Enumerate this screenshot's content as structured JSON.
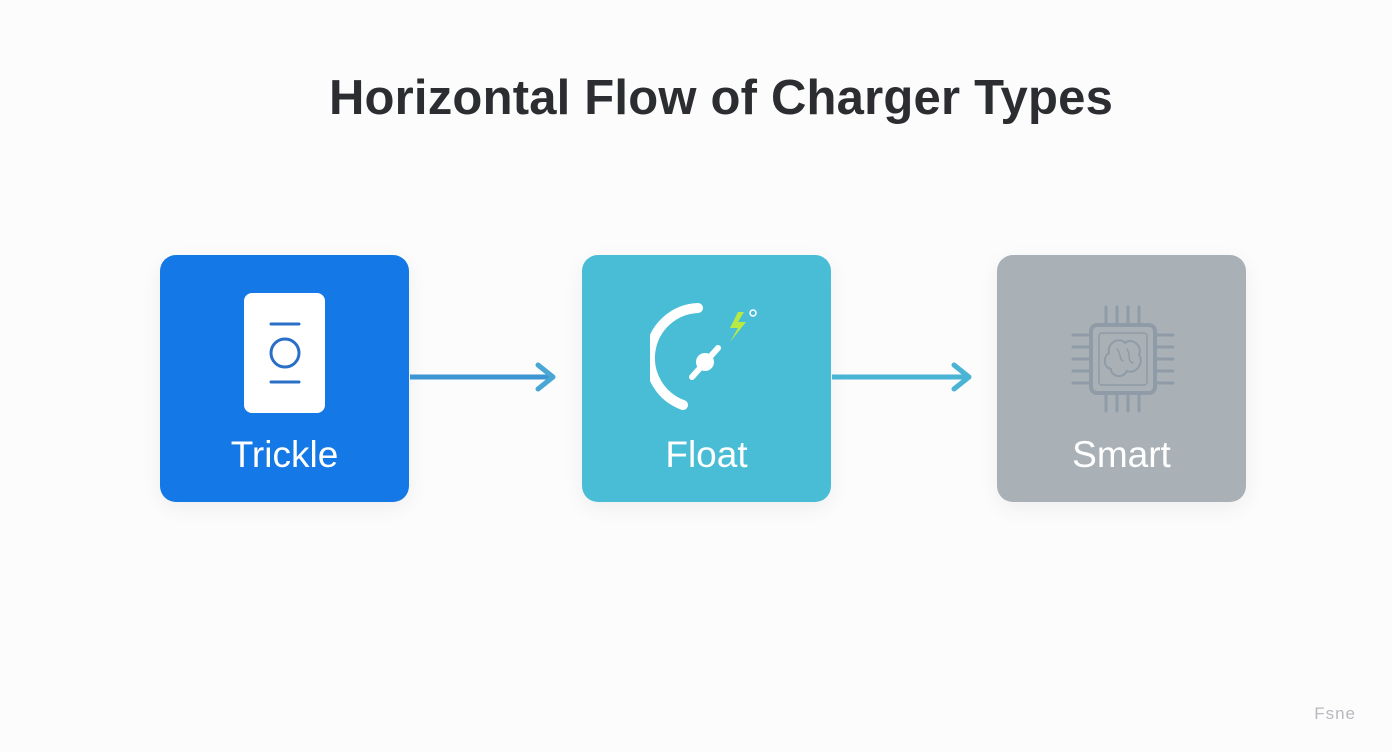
{
  "title": "Horizontal Flow of Charger Types",
  "nodes": [
    {
      "label": "Trickle",
      "color": "#1479e6",
      "icon": "battery-icon"
    },
    {
      "label": "Float",
      "color": "#49bdd6",
      "icon": "gauge-bolt-icon"
    },
    {
      "label": "Smart",
      "color": "#a9b1b7",
      "icon": "chip-brain-icon"
    }
  ],
  "arrows": [
    {
      "from": "Trickle",
      "to": "Float",
      "color": "#3d96d1"
    },
    {
      "from": "Float",
      "to": "Smart",
      "color": "#49b4d3"
    }
  ],
  "watermark": "Fsne"
}
